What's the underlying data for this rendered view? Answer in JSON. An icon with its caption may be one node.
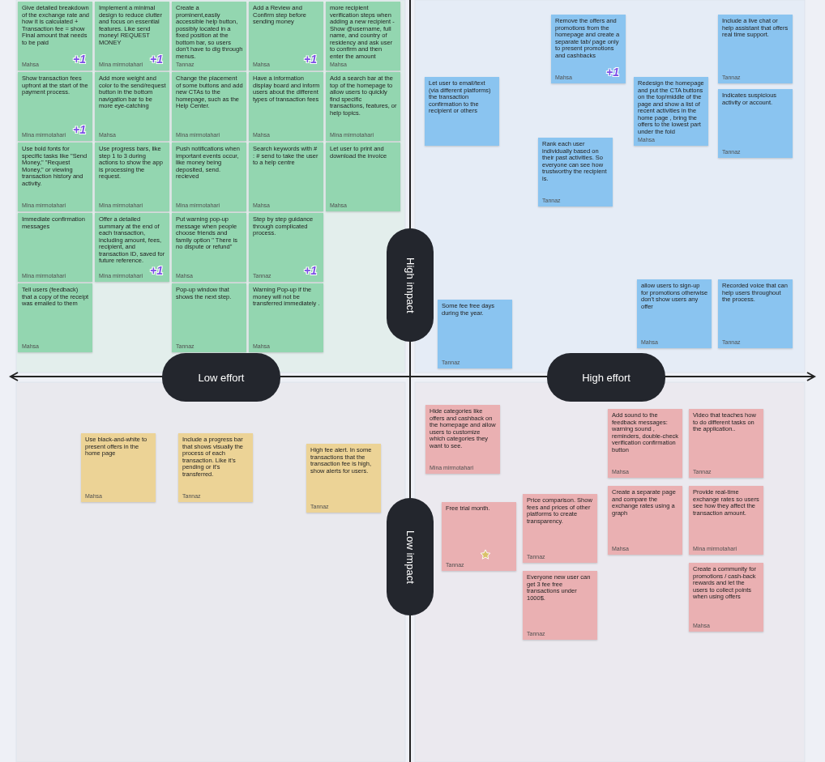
{
  "diagram": {
    "nodes": [
      {
        "text": [
          "Give detailed breakdown of the exchange rate and how it is calculated + Transaction fee = show Final amount that needs to be paid",
          "Mahsa"
        ]
      },
      {
        "text": [
          "Implement a minimal design to reduce clutter and focus on essential features. Like send money! REQUEST MONEY",
          "Mina mirmotahari"
        ]
      },
      {
        "text": [
          "Create a prominent,easily accessible help button, possibly located in a fixed position at the bottom bar, so users don't have to dig through menus.",
          "Tannaz"
        ]
      },
      {
        "text": [
          "Add a Review and Confirm step before sending money",
          "Mahsa"
        ]
      },
      {
        "text": [
          "more recipient verification steps when adding a new recipient - Show @username, full name, and country of residency and ask user to confirm and then enter the amount",
          "Mahsa"
        ]
      },
      {
        "text": [
          "Show transaction fees upfront at the start of the payment process.",
          "Mina mirmotahari"
        ]
      },
      {
        "text": [
          "Use bold fonts for specific tasks like \"Send Money,\" \"Request Money,\" or viewing transaction history and activity.",
          "Mina mirmotahari"
        ]
      },
      {
        "text": [
          "Add more weight and color to the send/request button in the bottom navigation bar to be more eye-catching",
          "Mahsa"
        ]
      },
      {
        "text": [
          "Change the placement of some buttons and add new CTAs to the homepage, such as the Help Center.",
          "Mina mirmotahari"
        ]
      },
      {
        "text": [
          "Have a information display board and inform users about the different types of transaction fees",
          "Mahsa"
        ]
      },
      {
        "text": [
          "Add a search bar at the top of the homepage to allow users to quickly find specific transactions, features, or help topics.",
          "Mina mirmotahari"
        ]
      },
      {
        "text": [
          "Let user to print and download the invoice",
          "Mahsa"
        ]
      },
      {
        "text": [
          "Immediate confirmation messages",
          "Mina mirmotahari"
        ]
      },
      {
        "text": [
          "Use progress bars, like step 1 to 3 during actions to show the app is processing the request.",
          "Mina mirmotahari"
        ]
      },
      {
        "text": [
          "Push notifications when important events occur, like money being deposited, send. recieved",
          "Mina mirmotahari"
        ]
      },
      {
        "text": [
          "Offer a detailed summary at the end of each transaction, including amount, fees, recipient, and transaction ID, saved for future reference.",
          "Mina mirmotahari"
        ]
      },
      {
        "text": [
          "Search keywords with # : # send to take the user to a help centre",
          "Mahsa"
        ]
      },
      {
        "text": [
          "Step by step guidance through complicated process.",
          "Tannaz"
        ]
      },
      {
        "text": [
          "Put warning pop-up message when people choose friends and family option \" There is no dispute or refund\"",
          "Mahsa"
        ]
      },
      {
        "text": [
          "Tell users (feedback) that a copy of the receipt was emailed to them",
          "Mahsa"
        ]
      },
      {
        "text": [
          "Pop-up window that shows the next step.",
          "Tannaz"
        ]
      },
      {
        "text": [
          "Warning Pop-up if the money will not be transferred immediately .",
          "Mahsa"
        ]
      },
      {
        "text": [
          "Let user to email/text (via different platforms) the transaction confirmation to the recipient or others"
        ]
      },
      {
        "text": [
          "Remove the offers and promotions from the homepage and create a separate tab/ page only to present promotions and cashbacks",
          "Mahsa"
        ]
      },
      {
        "text": [
          "Redesign the homepage and put the CTA buttons on the top/middle of the page and show a list of recent activities in the home page , bring the offers to the lowest part under the fold",
          "Mahsa"
        ]
      },
      {
        "text": [
          "Include a live chat or help assistant that offers real time support.",
          "Tannaz"
        ]
      },
      {
        "text": [
          "Indicates suspicious activity or account.",
          "Tannaz"
        ]
      },
      {
        "text": [
          "Rank each user individually based on their past activities. So everyone can see how trustworthy the recipient is.",
          "Tannaz"
        ]
      },
      {
        "text": [
          "Some fee free days during the year.",
          "Tannaz"
        ]
      },
      {
        "text": [
          "allow users to sign-up for promotions otherwise don't show users any offer",
          "Mahsa"
        ]
      },
      {
        "text": [
          "Recorded voice that can help users throughout the process.",
          "Tannaz"
        ]
      },
      {
        "text": [
          "High impact"
        ]
      },
      {
        "text": [
          "Low effort"
        ]
      },
      {
        "text": [
          "High effort"
        ]
      },
      {
        "text": [
          "Use black-and-white to present offers in the home page",
          "Mahsa"
        ]
      },
      {
        "text": [
          "Include a progress bar that shows visually the process of each transaction. Like it's pending or it's transferred.",
          "Tannaz"
        ]
      },
      {
        "text": [
          "High fee alert. In some transactions that the transaction fee is high, show alerts for users.",
          "Tannaz"
        ]
      },
      {
        "text": [
          "Add sound to the feedback messages: warning sound , reminders, double-check verification confirmation button",
          "Mahsa"
        ]
      },
      {
        "text": [
          "Hide categories like offers and cashback on the homepage and allow users to customize which categories they want to see.",
          "Mina mirmotahari"
        ]
      },
      {
        "text": [
          "Video that teaches how to do different tasks on the application..",
          "Tannaz"
        ]
      },
      {
        "text": [
          "Create a separate page and compare the exchange rates using a graph",
          "Mahsa"
        ]
      },
      {
        "text": [
          "Provide real-time exchange rates so users see how they affect the transaction amount.",
          "Mina mirmotahari"
        ]
      },
      {
        "text": [
          "Price comparison. Show fees and prices of other platforms to create transparency.",
          "Tannaz"
        ]
      },
      {
        "text": [
          "Create a community for promotions / cash-back rewards and let the users to collect points when using offers",
          "Mahsa"
        ]
      },
      {
        "text": [
          "Free trial month.",
          "Tannaz"
        ]
      },
      {
        "text": [
          "Everyone new user can get 3 fee free transactions under 1000$.",
          "Tannaz"
        ]
      },
      {
        "text": [
          "Low impact"
        ]
      }
    ],
    "labels": [
      "+1",
      "+1",
      "+1",
      "+1",
      "+1",
      "+1",
      "+1"
    ]
  }
}
